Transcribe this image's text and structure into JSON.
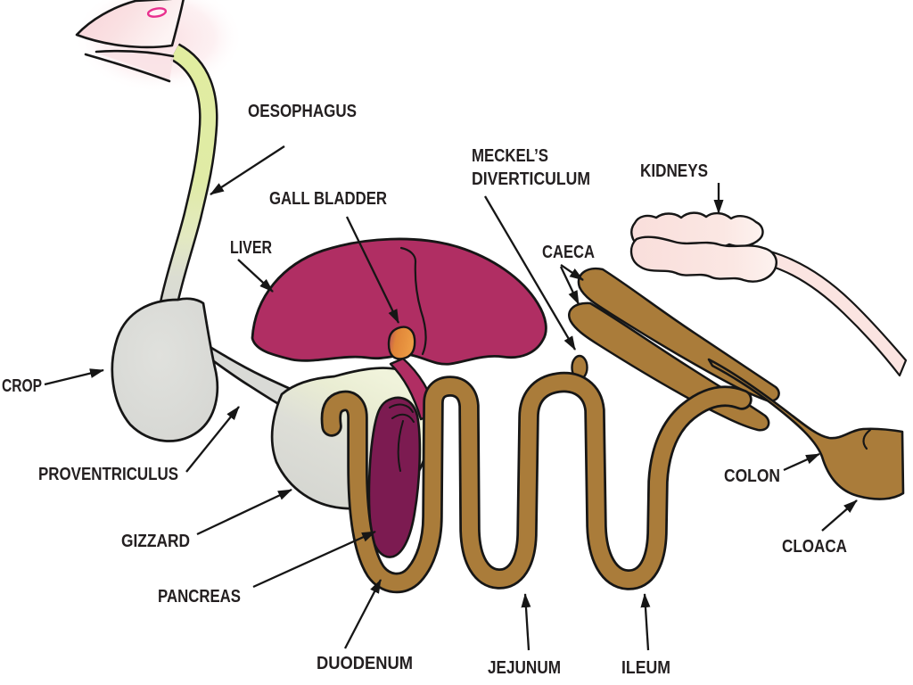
{
  "figure": {
    "type": "anatomical-diagram",
    "background": "#FFFFFF"
  },
  "labels": {
    "oesophagus": "OESOPHAGUS",
    "gall_bladder": "GALL BLADDER",
    "liver": "LIVER",
    "meckels_line1": "MECKEL’S",
    "meckels_line2": "DIVERTICULUM",
    "kidneys": "KIDNEYS",
    "caeca": "CAECA",
    "crop": "CROP",
    "proventriculus": "PROVENTRICULUS",
    "gizzard": "GIZZARD",
    "pancreas": "PANCREAS",
    "duodenum": "DUODENUM",
    "jejunum": "JEJUNUM",
    "ileum": "ILEUM",
    "colon": "COLON",
    "cloaca": "CLOACA"
  },
  "colors": {
    "text": "#231F20",
    "outline": "#161616",
    "liver": "#B02E63",
    "pancreas": "#7C1B51",
    "intestine": "#AA7C3A",
    "kidney_pink": "#FBE4E1",
    "beak_pink": "#F9D8DC",
    "nostril_pink": "#E8308E",
    "oesophagus_green": "#E0ECA4",
    "stomach_gray": "#D9DAD6",
    "gizzard_cream": "#F0F3DB",
    "gall_bladder_orange": "#E98C33"
  }
}
